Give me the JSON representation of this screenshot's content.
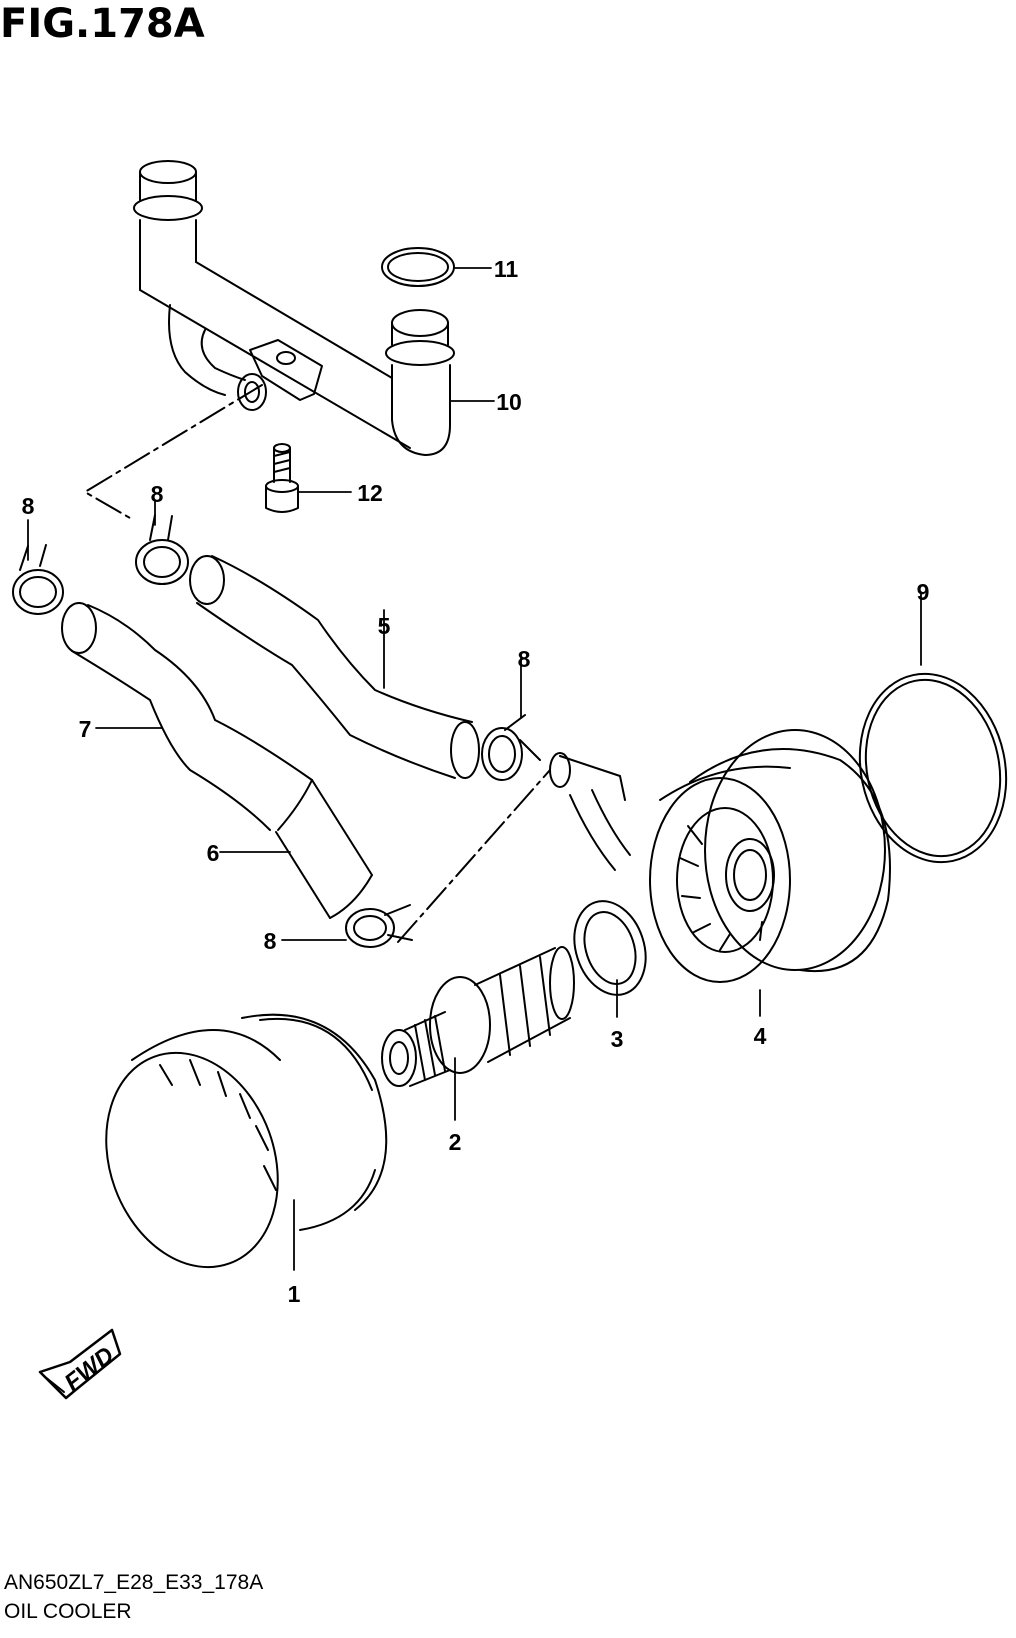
{
  "figure": {
    "title": "FIG.178A",
    "model_code": "AN650ZL7_E28_E33_178A",
    "name": "OIL COOLER"
  },
  "callouts": [
    "1",
    "2",
    "3",
    "4",
    "5",
    "6",
    "7",
    "8",
    "8",
    "8",
    "8",
    "9",
    "10",
    "11",
    "12"
  ],
  "fwd_label": "FWD",
  "colors": {
    "line": "#000000",
    "background": "#ffffff"
  }
}
